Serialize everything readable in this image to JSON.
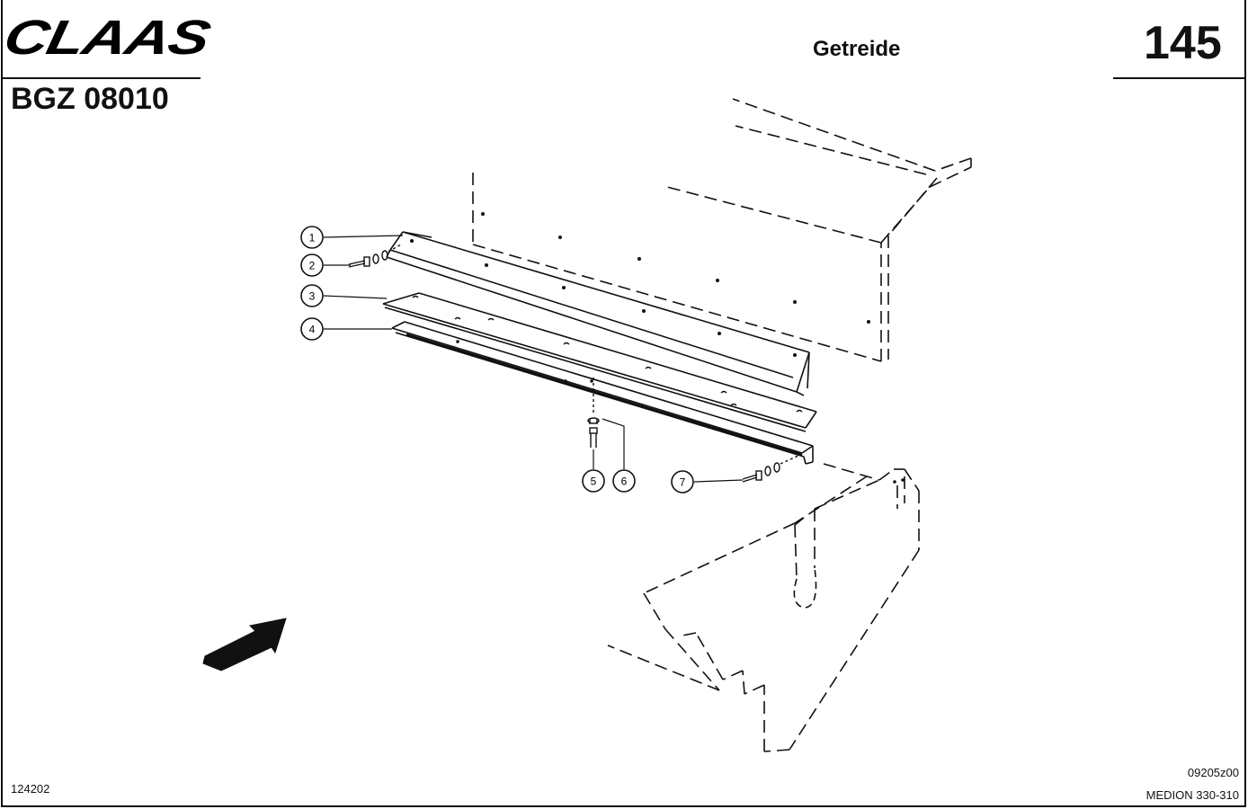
{
  "header": {
    "logo_text": "CLAAS",
    "doc_code": "BGZ 08010",
    "section": "Getreide",
    "page_number": "145"
  },
  "footer": {
    "left_code": "124202",
    "drawing_code": "09205z00",
    "model": "MEDION 330-310"
  },
  "callouts": {
    "c1": "1",
    "c2": "2",
    "c3": "3",
    "c4": "4",
    "c5": "5",
    "c6": "6",
    "c7": "7"
  }
}
